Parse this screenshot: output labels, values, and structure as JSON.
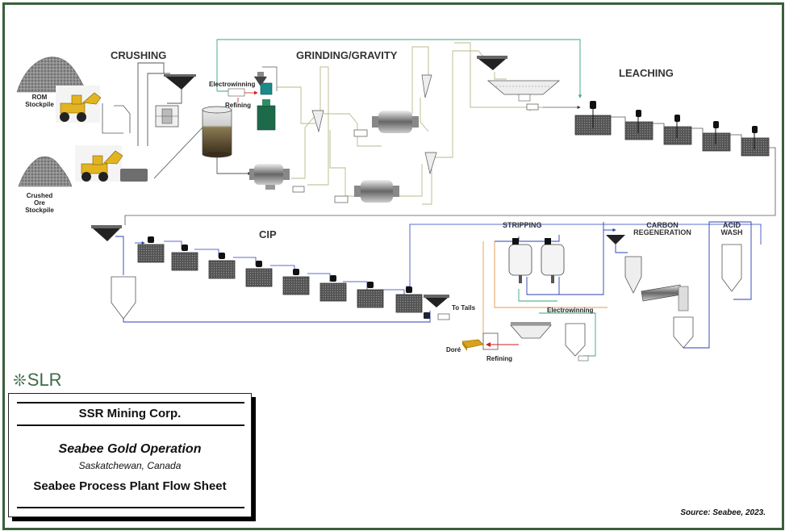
{
  "sections": {
    "crushing": "CRUSHING",
    "grinding": "GRINDING/GRAVITY",
    "leaching": "LEACHING",
    "cip": "CIP",
    "stripping": "STRIPPING",
    "carbon_regen_1": "CARBON",
    "carbon_regen_2": "REGENERATION",
    "acid_wash_1": "ACID",
    "acid_wash_2": "WASH"
  },
  "labels": {
    "rom_1": "ROM",
    "rom_2": "Stockpile",
    "crushed_1": "Crushed",
    "crushed_2": "Ore",
    "crushed_3": "Stockpile",
    "electrowinning_top": "Electrowinning",
    "refining_top": "Refining",
    "to_tails": "To Tails",
    "electrowinning_bottom": "Electrowinning",
    "dore": "Doré",
    "refining_bottom": "Refining"
  },
  "logo": {
    "text": "SLR"
  },
  "title_block": {
    "company": "SSR Mining Corp.",
    "project": "Seabee Gold Operation",
    "location": "Saskatchewan, Canada",
    "drawing": "Seabee Process Plant Flow Sheet"
  },
  "source": "Source:  Seabee, 2023.",
  "colors": {
    "border": "#3b5e3b",
    "slurry_line": "#b9b98a",
    "solution_line": "#2a3fb8",
    "carbon_line": "#e59a4c",
    "water_line": "#3aa67a",
    "dore_arrow": "#cc2222",
    "logo": "#3d6b48"
  }
}
